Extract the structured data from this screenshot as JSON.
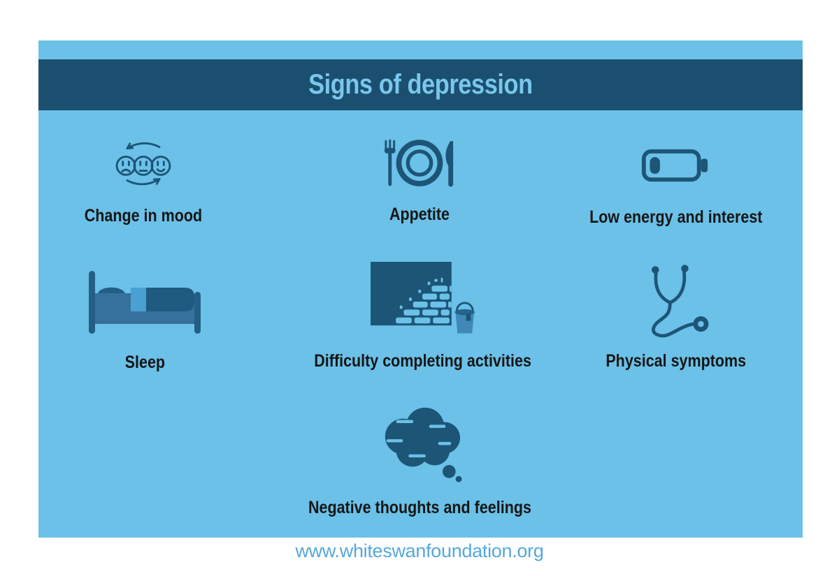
{
  "header": {
    "title": "Signs of depression"
  },
  "items": [
    {
      "label": "Change in mood",
      "icon": "mood-cycle-icon"
    },
    {
      "label": "Appetite",
      "icon": "plate-and-cutlery-icon"
    },
    {
      "label": "Low energy and interest",
      "icon": "low-battery-icon"
    },
    {
      "label": "Sleep",
      "icon": "bed-icon"
    },
    {
      "label": "Difficulty completing activities",
      "icon": "unfinished-brick-wall-icon"
    },
    {
      "label": "Physical symptoms",
      "icon": "stethoscope-icon"
    },
    {
      "label": "Negative thoughts and feelings",
      "icon": "thought-cloud-icon"
    }
  ],
  "footer": {
    "url": "www.whiteswanfoundation.org"
  },
  "colors": {
    "page_bg": "#ffffff",
    "card_bg": "#6bc1e8",
    "header_bg": "#1b4f6f",
    "title_text": "#79c7ea",
    "label_text": "#161616",
    "icon_navy": "#1d5577",
    "icon_post": "#235e84",
    "icon_mattress": "#36719e",
    "icon_blanket": "#1f5a80",
    "icon_fold": "#4aa0d2",
    "icon_bucket": "#3f88b8",
    "icon_bucket_rim": "#26648c",
    "footer_url": "#55a8db"
  }
}
